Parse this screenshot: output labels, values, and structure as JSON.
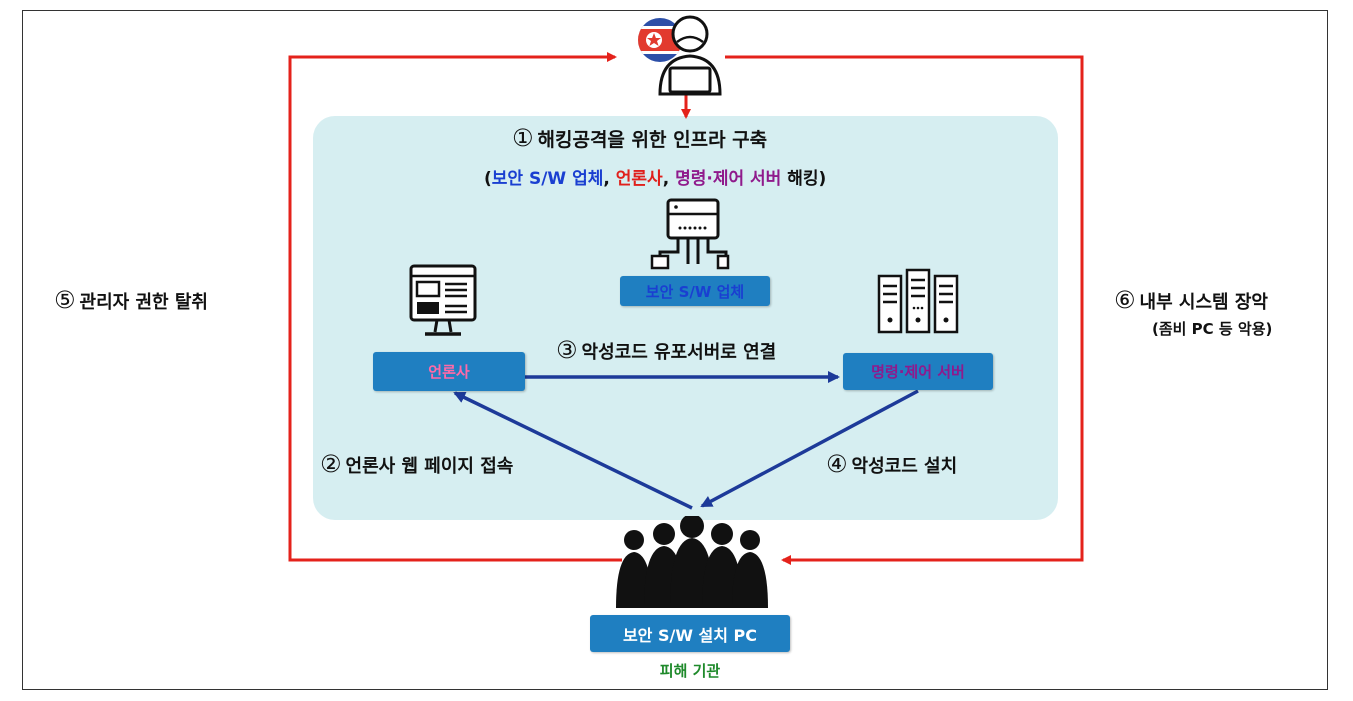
{
  "steps": {
    "s1": {
      "num": "①",
      "text": "해킹공격을 위한 인프라 구축"
    },
    "s1_sub": {
      "open": "(",
      "blue": "보안 S/W 업체",
      "sep1": ", ",
      "red": "언론사",
      "sep2": ", ",
      "purple": "명령·제어 서버",
      "tail": " 해킹)"
    },
    "s2": {
      "num": "②",
      "text": "언론사 웹 페이지 접속"
    },
    "s3": {
      "num": "③",
      "text": "악성코드 유포서버로 연결"
    },
    "s4": {
      "num": "④",
      "text": "악성코드 설치"
    },
    "s5": {
      "num": "⑤",
      "text": "관리자 권한 탈취"
    },
    "s6": {
      "num": "⑥",
      "text": "내부 시스템 장악",
      "sub": "(좀비 PC 등 악용)"
    }
  },
  "nodes": {
    "security_vendor": "보안 S/W 업체",
    "media": "언론사",
    "c2_server": "명령·제어 서버",
    "victim_pc": "보안 S/W 설치 PC",
    "victim_org": "피해 기관"
  },
  "colors": {
    "red_loop": "#e4221b",
    "blue_arrow": "#1d3a99",
    "panel": "#d6eef1",
    "box": "#1f7fc1"
  },
  "icons": [
    "north-korea-flag-icon",
    "hacker-icon",
    "network-device-icon",
    "web-monitor-icon",
    "server-rack-icon",
    "people-silhouette-icon"
  ]
}
